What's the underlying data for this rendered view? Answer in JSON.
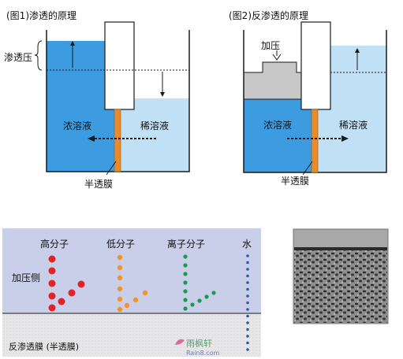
{
  "fig1": {
    "title": "(图1)渗透的原理",
    "osmotic_pressure_label": "渗透压",
    "concentrated_label": "浓溶液",
    "dilute_label": "稀溶液",
    "membrane_label": "半透膜"
  },
  "fig2": {
    "title": "(图2)反渗透的原理",
    "pressure_label": "加压",
    "concentrated_label": "浓溶液",
    "dilute_label": "稀溶液",
    "membrane_label": "半透膜"
  },
  "fig3": {
    "pressure_side_label": "加压侧",
    "membrane_label": "反渗透膜 (半透膜)",
    "columns": [
      {
        "label": "高分子",
        "color": "#e32228"
      },
      {
        "label": "低分子",
        "color": "#f0932b"
      },
      {
        "label": "离子分子",
        "color": "#1a9a4a"
      },
      {
        "label": "水",
        "color": "#2a5aa8"
      }
    ],
    "watermark": {
      "brand": "雨枫轩",
      "url": "Rain8.com"
    }
  },
  "colors": {
    "concentrated": "#3d9be0",
    "dilute": "#bfe0f5",
    "membrane": "#e98b2a",
    "piston": "#c7c7c7",
    "panel_bg": "#c9cfe8",
    "panel_membrane": "#e9e9ea"
  }
}
